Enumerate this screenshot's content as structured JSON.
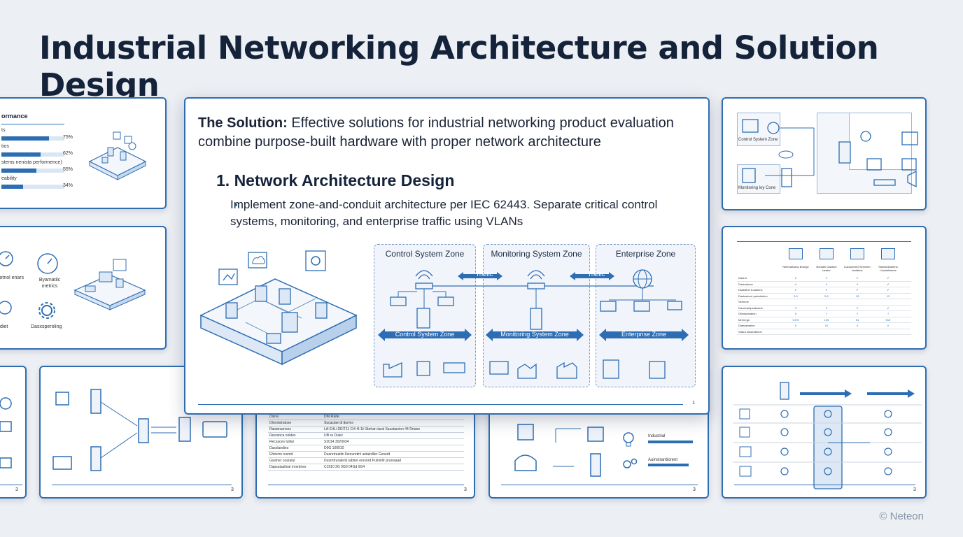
{
  "page": {
    "title": "Industrial Networking Architecture and Solution Design",
    "copyright": "© Neteon"
  },
  "main_slide": {
    "lead_bold": "The Solution:",
    "lead_text": " Effective solutions for industrial networking product evaluation combine purpose-built hardware with proper network architecture",
    "heading": "1. Network Architecture Design",
    "bullet": "Implement zone-and-conduit architecture per IEC 62443. Separate critical control systems, monitoring, and enterprise traffic using VLANs",
    "zones": [
      {
        "title": "Control System Zone",
        "bar_label": "Control System Zone"
      },
      {
        "title": "Monitoring System Zone",
        "bar_label": "Monitoring System Zone"
      },
      {
        "title": "Enterprise Zone",
        "bar_label": "Enterprise Zone"
      }
    ],
    "traffic_labels": [
      "Traffic",
      "Traffic"
    ],
    "page_number": "1"
  },
  "left_top_slide": {
    "heading": "ormance",
    "rows": [
      {
        "label": "ts",
        "value": "75%",
        "fill": 0.75
      },
      {
        "label": "tios",
        "value": "62%",
        "fill": 0.62
      },
      {
        "label": "stems nenista performence)",
        "value": "55%",
        "fill": 0.55
      },
      {
        "label": "eability",
        "value": "34%",
        "fill": 0.34
      }
    ]
  },
  "left_mid_slide": {
    "labels": [
      "tiotnol enars",
      "Byamatiic metrics",
      "diet",
      "Dasxsperoling"
    ]
  },
  "right_top_slide": {
    "labels": [
      "Control System Zone",
      "Monitoring loy Cone"
    ]
  },
  "right_mid_slide": {
    "headers": [
      "Netenaitsans Brange",
      "Nedatel Gaature Iarater",
      "Liaotunnied Sinmeter iardatios",
      "Stateshetatiens Liastiallneres"
    ],
    "rows": [
      {
        "label": "Darind",
        "cells": [
          "✔",
          "✔",
          "✔",
          "✔"
        ]
      },
      {
        "label": "Dartrotatorc",
        "cells": [
          "✔",
          "✔",
          "✔",
          "✔"
        ]
      },
      {
        "label": "Dsatstinrt fruadiens",
        "cells": [
          "✔",
          "✔",
          "✔",
          "✔"
        ]
      },
      {
        "label": "Dastastonrt peissitution",
        "cells": [
          "5.9",
          "5.9",
          "13",
          "13"
        ]
      },
      {
        "label": "Semene",
        "cells": [
          "",
          "",
          "",
          ""
        ]
      },
      {
        "label": "Dazetrartipeatioaris",
        "cells": [
          "3",
          "✔",
          "✔",
          "✔"
        ]
      },
      {
        "label": "Gfeaturaration",
        "cells": [
          "0",
          "f",
          "f",
          "f"
        ]
      },
      {
        "label": "Mrererge",
        "cells": [
          "5.0%",
          "135",
          "51",
          "510"
        ]
      },
      {
        "label": "Dlanastration",
        "cells": [
          "0",
          "10",
          "4",
          "0"
        ]
      },
      {
        "label": "Sdara Inaseratinoe",
        "cells": [
          "",
          "",
          "",
          ""
        ]
      }
    ]
  },
  "bottom_table_slide": {
    "rows": [
      {
        "label": "Dsiral",
        "value": "Dhil Raite"
      },
      {
        "label": "Dlorotstratose",
        "value": "Sucactae di durres"
      },
      {
        "label": "Rastanarnses",
        "value": "Li4 E4Li DEIT11 Ci4 4I-1Ii Stetran taral Saustarsion 44 Rrtane"
      },
      {
        "label": "Resranca ooktes",
        "value": "Ulfi ra Dulec"
      },
      {
        "label": "Recsaces tulilar",
        "value": "S2014 3020034"
      },
      {
        "label": "Dasslandies",
        "value": "D0G 100010"
      },
      {
        "label": "Ehtrerro rusntd",
        "value": "Duanrtraatlin Ilsreunrtinl antairdlier Gsnerd"
      },
      {
        "label": "Gsstner coaralur",
        "value": "Dusrrttruralerts tablrer enrsnrd Pulnrirllr prurraaad"
      },
      {
        "label": "Dapsataalinal mrsrdnes",
        "value": "C1910 2G 0G0 04Gd 0G4"
      }
    ]
  },
  "bottom_mid_slide": {
    "labels": [
      "Industrial",
      "Auinstrantiorent"
    ]
  },
  "page_numbers": [
    "3",
    "3",
    "3",
    "3",
    "3"
  ]
}
